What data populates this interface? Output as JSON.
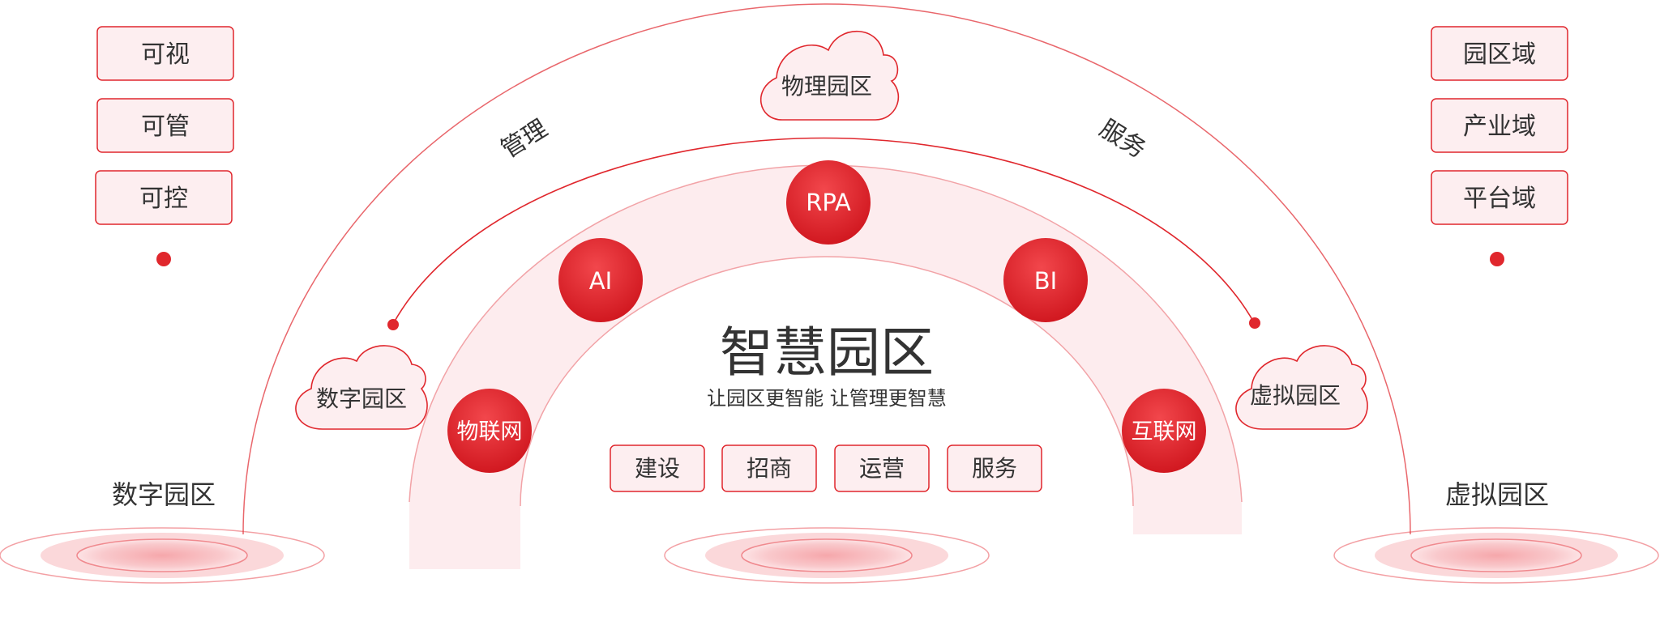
{
  "center": {
    "title": "智慧园区",
    "subtitle": "让园区更智能  让管理更智慧",
    "services": [
      "建设",
      "招商",
      "运营",
      "服务"
    ]
  },
  "tech_nodes": [
    "物联网",
    "AI",
    "RPA",
    "BI",
    "互联网"
  ],
  "clouds": {
    "top": "物理园区",
    "left": "数字园区",
    "right": "虚拟园区"
  },
  "arc_labels": {
    "left": "管理",
    "right": "服务"
  },
  "left_column": {
    "items": [
      "可视",
      "可管",
      "可控"
    ],
    "base_label": "数字园区"
  },
  "right_column": {
    "items": [
      "园区域",
      "产业域",
      "平台域"
    ],
    "base_label": "虚拟园区"
  },
  "colors": {
    "accent": "#e0272d",
    "box_fill": "#fdeef0",
    "band_fill": "#fdecee",
    "text": "#333333"
  }
}
